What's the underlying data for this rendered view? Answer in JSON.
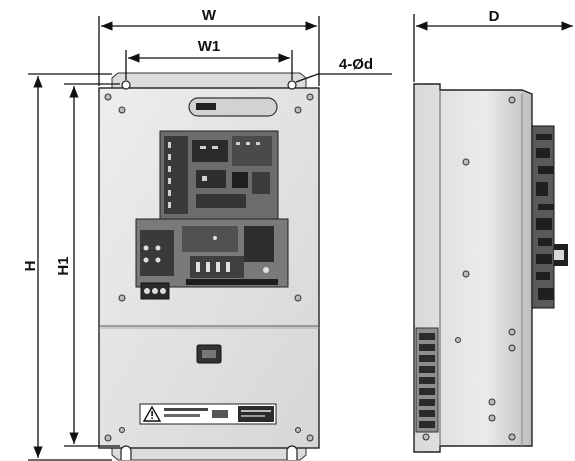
{
  "dimensions": {
    "width": "W",
    "mount_width": "W1",
    "holes": "4-Ød",
    "height": "H",
    "mount_height": "H1",
    "depth": "D"
  },
  "colors": {
    "ink": "#111111",
    "panel_light": "#e6e6e6",
    "panel_dark": "#c9c9c9",
    "board": "#2a2a2a"
  },
  "icons": {
    "warning": "warning-triangle-icon"
  }
}
